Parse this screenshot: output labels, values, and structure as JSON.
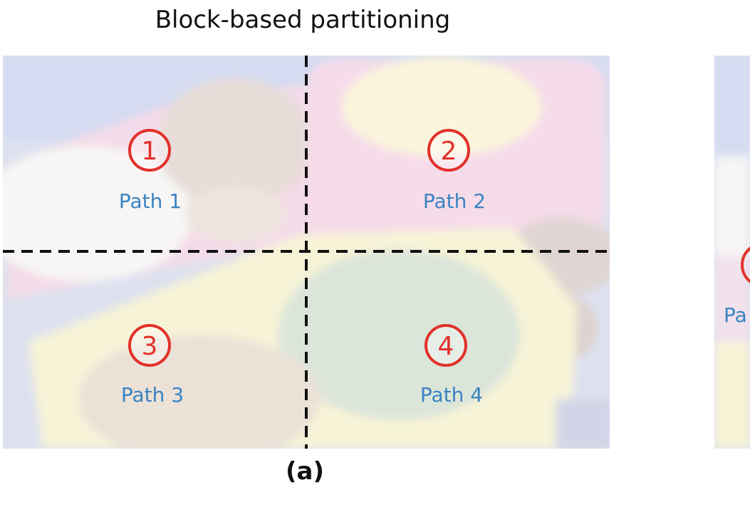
{
  "title": "Block-based partitioning",
  "caption": "(a)",
  "regions": [
    {
      "number": "1",
      "label": "Path 1"
    },
    {
      "number": "2",
      "label": "Path 2"
    },
    {
      "number": "3",
      "label": "Path 3"
    },
    {
      "number": "4",
      "label": "Path 4"
    }
  ],
  "right_panel": {
    "partial_label": "Pa"
  },
  "colors": {
    "circle": "#e2312a",
    "path_label": "#3a83c1",
    "divider": "#111111"
  }
}
